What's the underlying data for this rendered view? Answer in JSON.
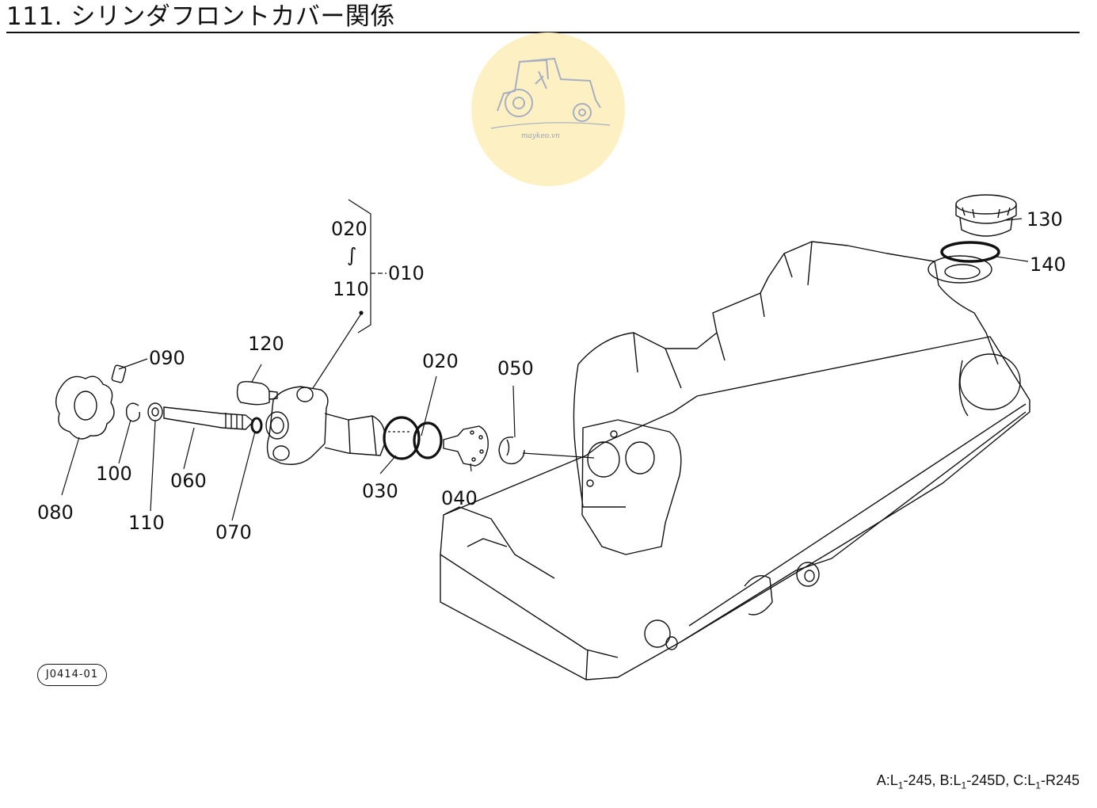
{
  "header": {
    "title": "111. シリンダフロントカバー関係"
  },
  "watermark": {
    "icon": "tractor-logo-icon",
    "text": "maykeo.vn",
    "circle_color": "#fdf1c4",
    "line_color": "#a7aec2"
  },
  "diagram": {
    "callouts": [
      {
        "id": "c020a",
        "label": "020"
      },
      {
        "id": "c010",
        "label": "010"
      },
      {
        "id": "c110a",
        "label": "110"
      },
      {
        "id": "c130",
        "label": "130"
      },
      {
        "id": "c140",
        "label": "140"
      },
      {
        "id": "c090",
        "label": "090"
      },
      {
        "id": "c120",
        "label": "120"
      },
      {
        "id": "c020b",
        "label": "020"
      },
      {
        "id": "c050",
        "label": "050"
      },
      {
        "id": "c100",
        "label": "100"
      },
      {
        "id": "c060",
        "label": "060"
      },
      {
        "id": "c080",
        "label": "080"
      },
      {
        "id": "c110b",
        "label": "110"
      },
      {
        "id": "c070",
        "label": "070"
      },
      {
        "id": "c030",
        "label": "030"
      },
      {
        "id": "c040",
        "label": "040"
      }
    ],
    "range_marker": "∫"
  },
  "footer": {
    "reference_code": "J0414-01",
    "models": [
      {
        "prefix": "A:L",
        "sub": "1",
        "suffix": "-245"
      },
      {
        "prefix": "B:L",
        "sub": "1",
        "suffix": "-245D"
      },
      {
        "prefix": "C:L",
        "sub": "1",
        "suffix": "-R245"
      }
    ],
    "separator": ", "
  }
}
